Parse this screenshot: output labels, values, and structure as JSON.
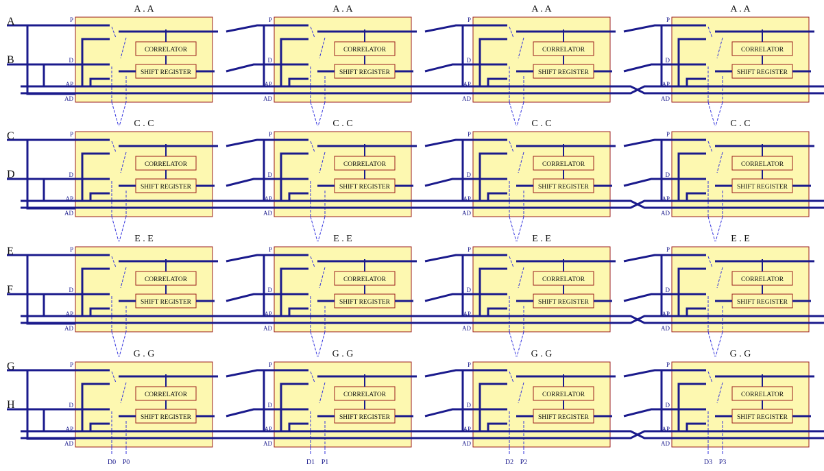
{
  "colors": {
    "box_fill": "#fdf8b0",
    "box_stroke": "#9b1c1c",
    "bus": "#1a1a8c",
    "control_dashed": "#3333dd"
  },
  "row_inputs": [
    [
      "A",
      "B"
    ],
    [
      "C",
      "D"
    ],
    [
      "E",
      "F"
    ],
    [
      "G",
      "H"
    ]
  ],
  "cell_titles": [
    "A . A",
    "C . C",
    "E . E",
    "G . G"
  ],
  "ports": [
    "P",
    "D",
    "AP",
    "AD"
  ],
  "sub_blocks": {
    "correlator": "CORRELATOR",
    "shift_register": "SHIFT REGISTER"
  },
  "control_lines": [
    [
      "D0",
      "P0"
    ],
    [
      "D1",
      "P1"
    ],
    [
      "D2",
      "P2"
    ],
    [
      "D3",
      "P3"
    ]
  ]
}
